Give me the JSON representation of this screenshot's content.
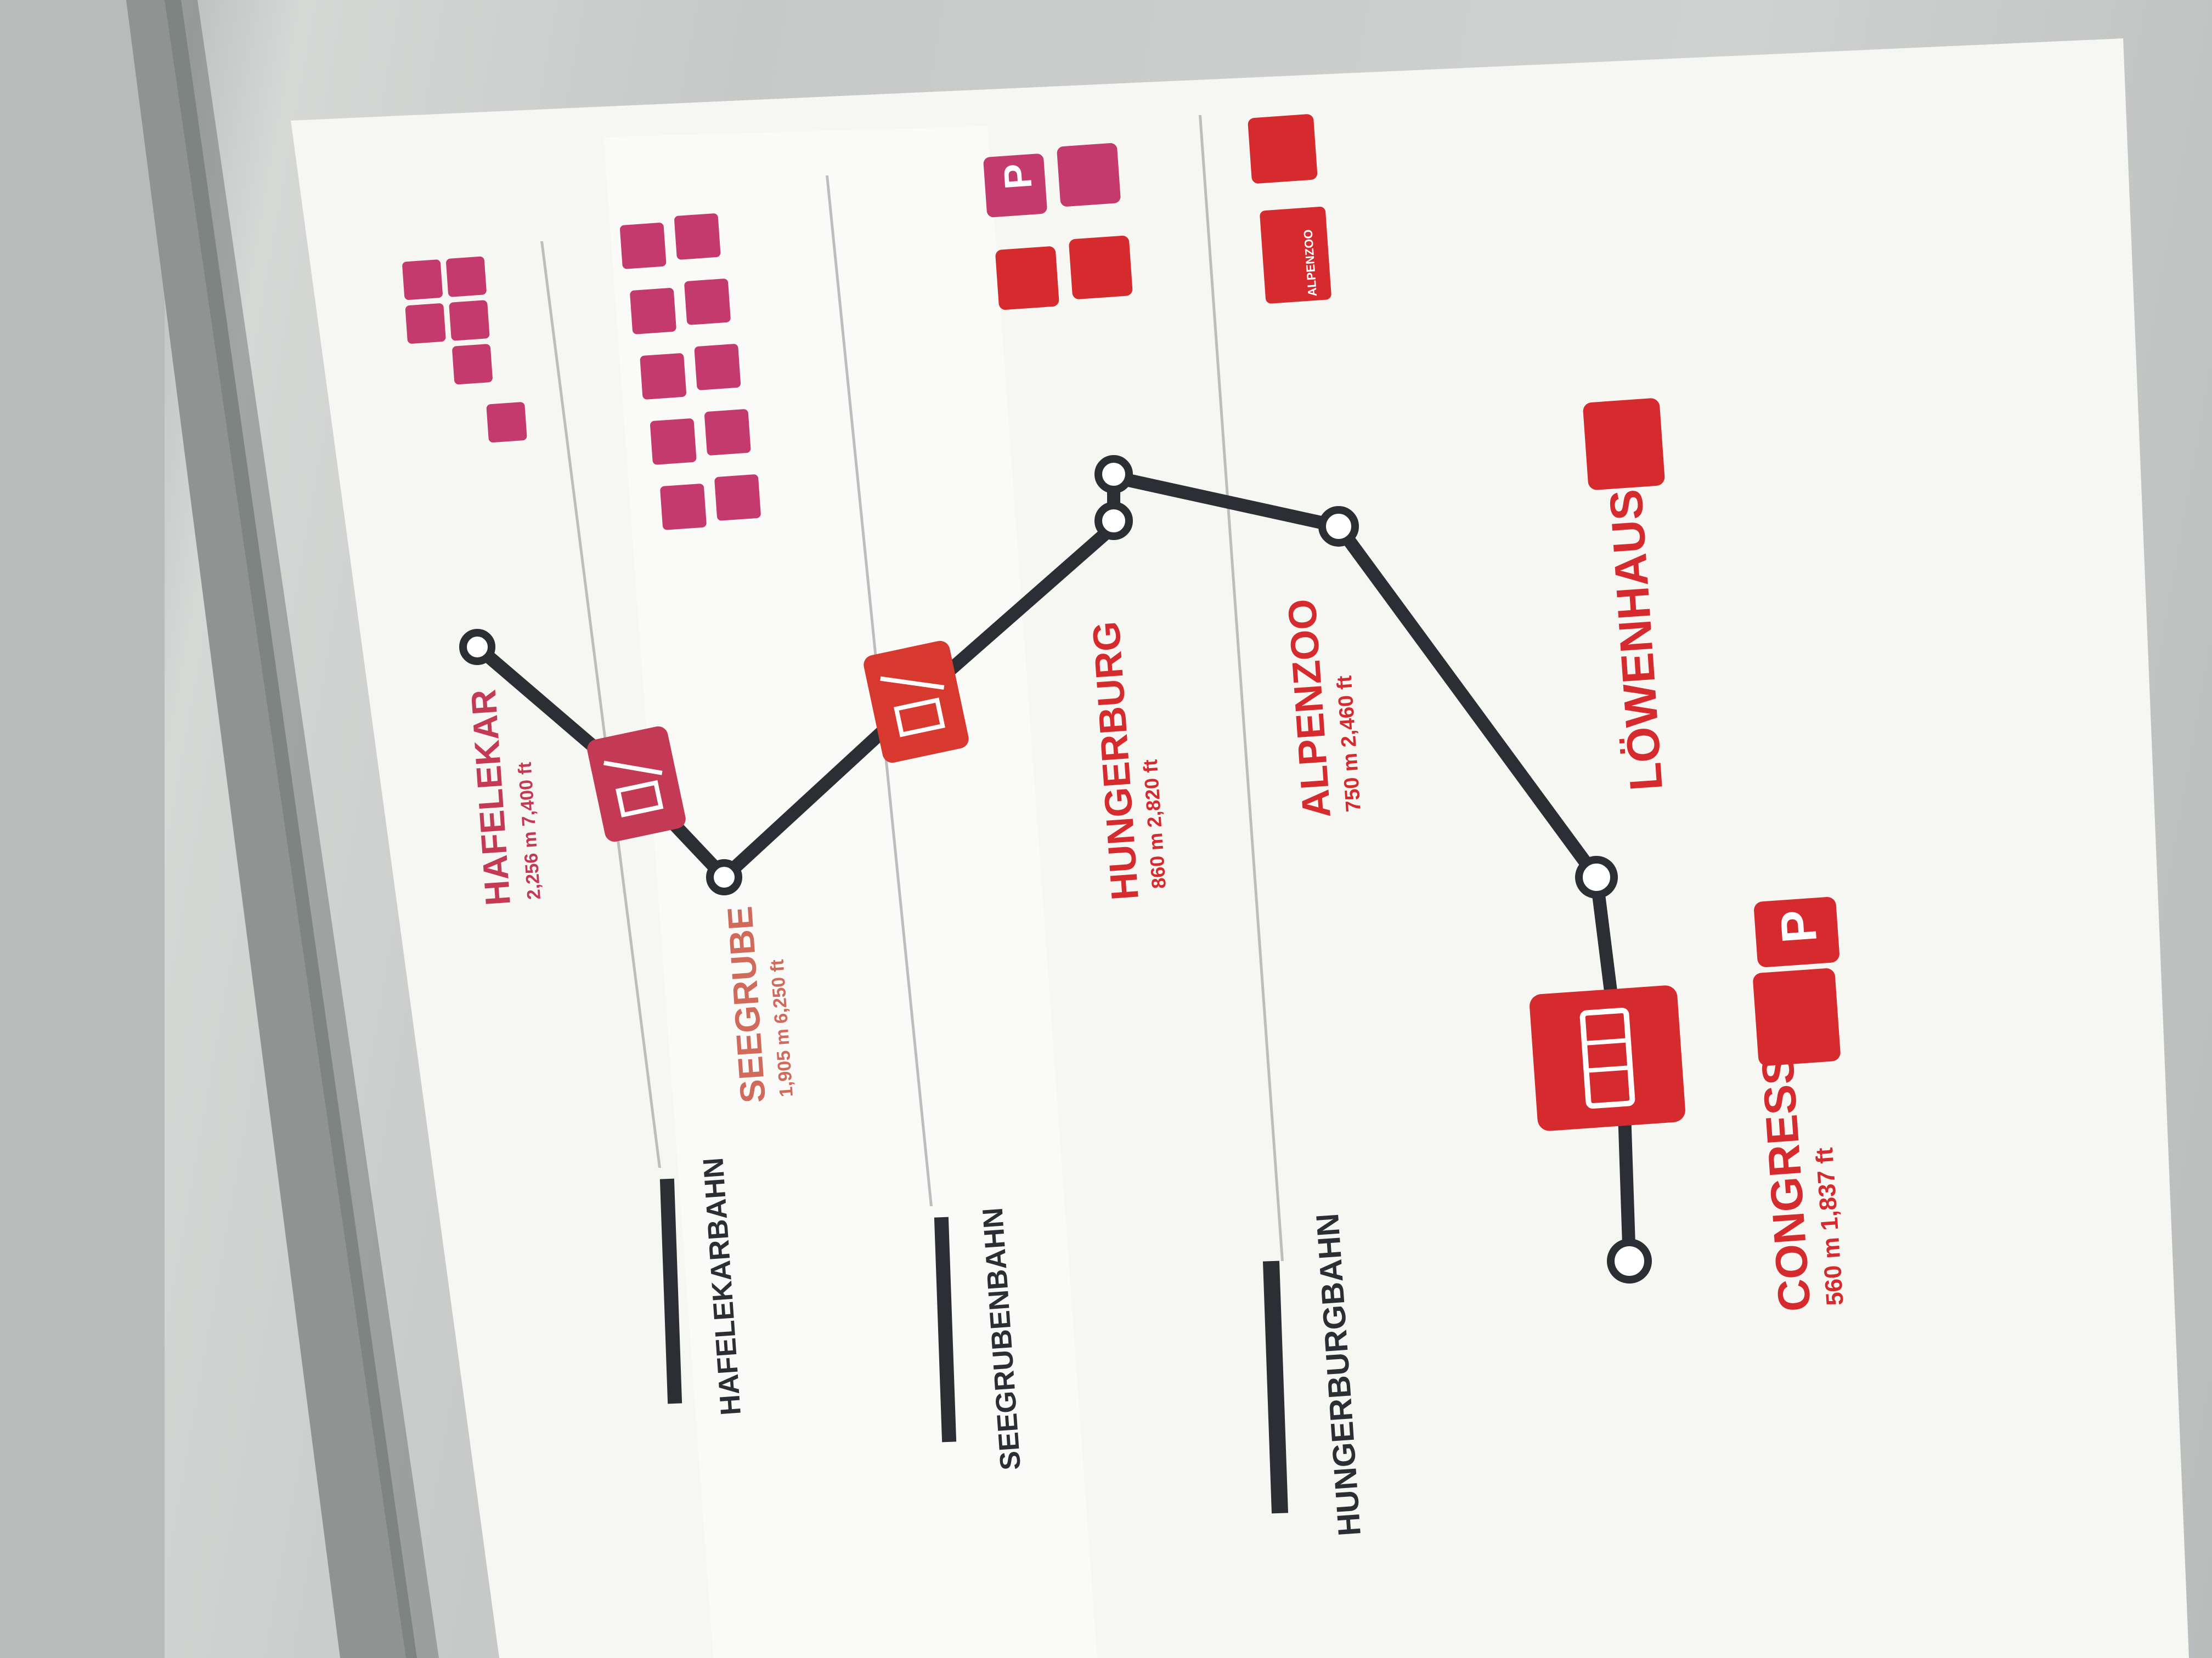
{
  "stations": {
    "hafelekar": {
      "name": "HAFELEKAR",
      "alt": "2,256 m 7,400 ft"
    },
    "seegrube": {
      "name": "SEEGRUBE",
      "alt": "1,905 m 6,250 ft"
    },
    "hungerburg": {
      "name": "HUNGERBURG",
      "alt": "860 m 2,820 ft"
    },
    "alpenzoo": {
      "name": "ALPENZOO",
      "alt": "750 m 2,460 ft"
    },
    "loewenhaus": {
      "name": "LÖWENHAUS"
    },
    "congress": {
      "name": "CONGRESS",
      "alt": "560 m 1,837 ft"
    }
  },
  "lines": {
    "hafelekarbahn": "HAFELEKARBAHN",
    "seegrubenbahn": "SEEGRUBENBAHN",
    "hungerburgbahn": "HUNGERBURGBAHN"
  },
  "symbols": {
    "parking": "P",
    "zoo_logo": "ALPENZOO"
  },
  "colors": {
    "red": "#d52b2e",
    "pink": "#c43a6d",
    "route": "#2b2f33",
    "sign": "#f7f7f4"
  }
}
